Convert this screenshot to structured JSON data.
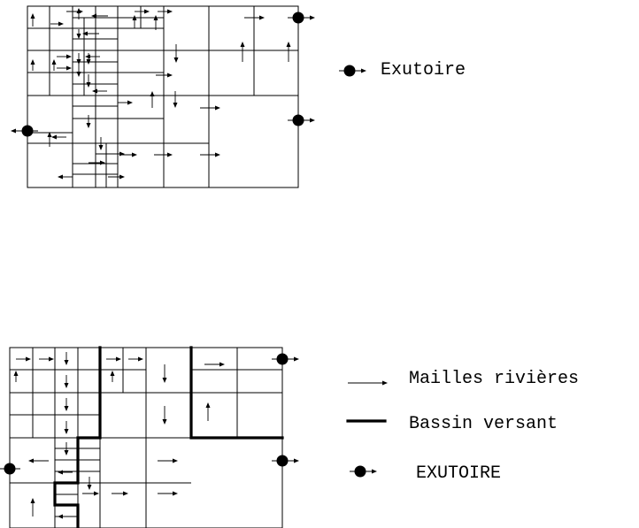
{
  "top_figure": {
    "legend": {
      "outlet_label": "Exutoire"
    }
  },
  "bottom_figure": {
    "legend": {
      "river_cells_label": "Mailles rivières",
      "watershed_label": "Bassin versant",
      "outlet_label": "EXUTOIRE"
    }
  }
}
